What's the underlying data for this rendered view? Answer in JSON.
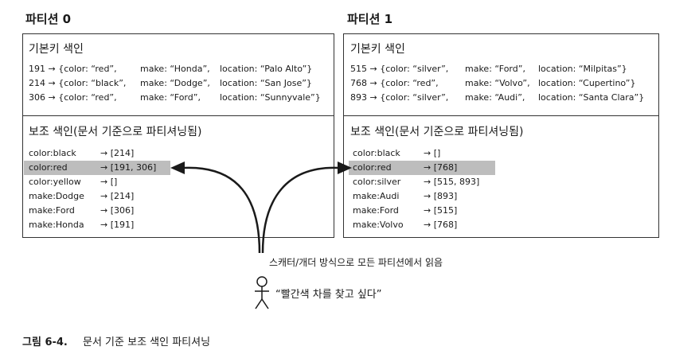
{
  "partitions": [
    {
      "title": "파티션 0",
      "primary_title": "기본키 색인",
      "primary_rows": [
        {
          "key": "191 → {color: “red”,",
          "make": "make: “Honda”,",
          "location": "location: “Palo Alto”}"
        },
        {
          "key": "214 → {color: “black”,",
          "make": "make: “Dodge”,",
          "location": "location: “San Jose”}"
        },
        {
          "key": "306 → {color: “red”,",
          "make": "make: “Ford”,",
          "location": "location: “Sunnyvale”}"
        }
      ],
      "secondary_title": "보조 색인(문서 기준으로 파티셔닝됨)",
      "secondary_rows": [
        {
          "term": "color:black",
          "postings": "→ [214]"
        },
        {
          "term": "color:red",
          "postings": "→ [191, 306]"
        },
        {
          "term": "color:yellow",
          "postings": "→ []"
        },
        {
          "term": "make:Dodge",
          "postings": "→ [214]"
        },
        {
          "term": "make:Ford",
          "postings": "→ [306]"
        },
        {
          "term": "make:Honda",
          "postings": "→ [191]"
        }
      ]
    },
    {
      "title": "파티션 1",
      "primary_title": "기본키 색인",
      "primary_rows": [
        {
          "key": "515 → {color: “silver”,",
          "make": "make: “Ford”,",
          "location": "location: “Milpitas”}"
        },
        {
          "key": "768 → {color: “red”,",
          "make": "make: “Volvo”,",
          "location": "location: “Cupertino”}"
        },
        {
          "key": "893 → {color: “silver”,",
          "make": "make: “Audi”,",
          "location": "location: “Santa Clara”}"
        }
      ],
      "secondary_title": "보조 색인(문서 기준으로 파티셔닝됨)",
      "secondary_rows": [
        {
          "term": "color:black",
          "postings": "→ []"
        },
        {
          "term": "color:red",
          "postings": "→ [768]"
        },
        {
          "term": "color:silver",
          "postings": "→ [515, 893]"
        },
        {
          "term": "make:Audi",
          "postings": "→ [893]"
        },
        {
          "term": "make:Ford",
          "postings": "→ [515]"
        },
        {
          "term": "make:Volvo",
          "postings": "→ [768]"
        }
      ]
    }
  ],
  "scatter_label": "스캐터/개더 방식으로 모든 파티션에서 읽음",
  "query": "“빨간색 차를 찾고 싶다”",
  "caption": {
    "label": "그림 6-4.",
    "text": "문서 기준 보조 색인 파티셔닝"
  },
  "colors": {
    "highlight": "#bdbdbd",
    "line": "#333333"
  }
}
